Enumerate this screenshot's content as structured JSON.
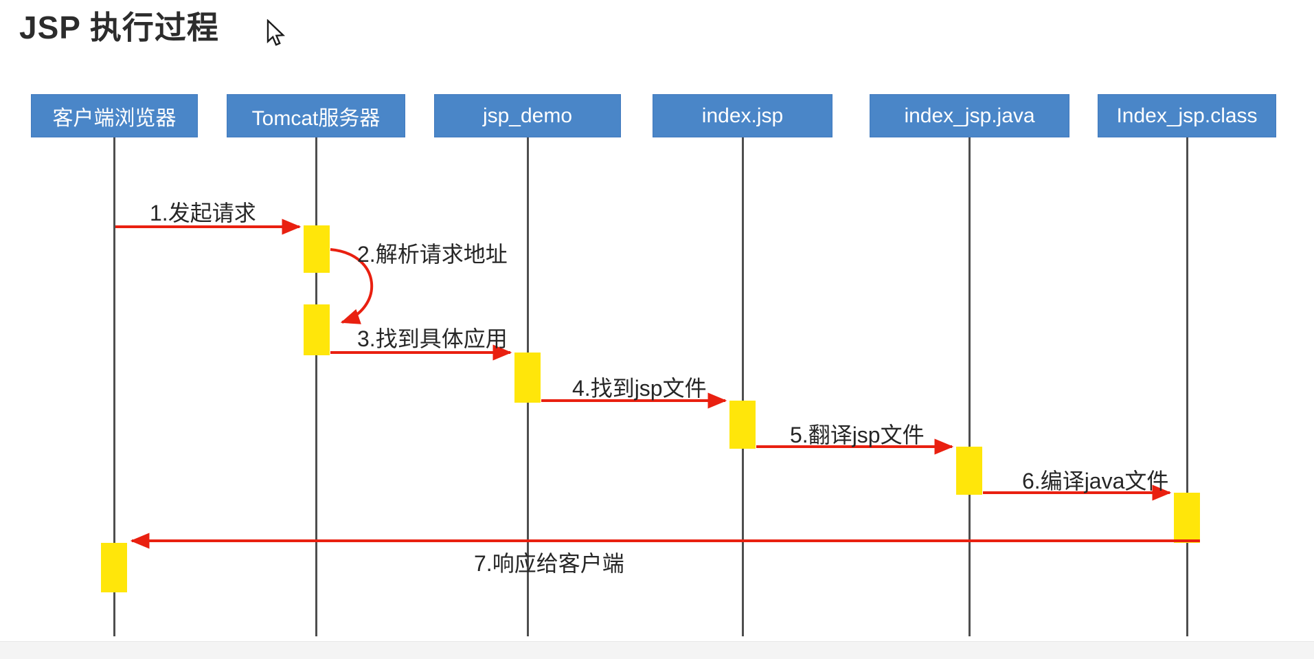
{
  "page": {
    "title": "JSP 执行过程"
  },
  "colors": {
    "actor_bg": "#4a86c8",
    "actor_text": "#ffffff",
    "activation_bar": "#ffe60a",
    "arrow": "#e92010",
    "lifeline": "#4e4e4e",
    "title_text": "#2c2c2c",
    "label_text": "#262626",
    "background": "#ffffff"
  },
  "actors": [
    {
      "label": "客户端浏览器"
    },
    {
      "label": "Tomcat服务器"
    },
    {
      "label": "jsp_demo"
    },
    {
      "label": "index.jsp"
    },
    {
      "label": "index_jsp.java"
    },
    {
      "label": "Index_jsp.class"
    }
  ],
  "messages": [
    {
      "label": "1.发起请求",
      "from": "客户端浏览器",
      "to": "Tomcat服务器"
    },
    {
      "label": "2.解析请求地址",
      "from": "Tomcat服务器",
      "to": "Tomcat服务器"
    },
    {
      "label": "3.找到具体应用",
      "from": "Tomcat服务器",
      "to": "jsp_demo"
    },
    {
      "label": "4.找到jsp文件",
      "from": "jsp_demo",
      "to": "index.jsp"
    },
    {
      "label": "5.翻译jsp文件",
      "from": "index.jsp",
      "to": "index_jsp.java"
    },
    {
      "label": "6.编译java文件",
      "from": "index_jsp.java",
      "to": "Index_jsp.class"
    },
    {
      "label": "7.响应给客户端",
      "from": "Index_jsp.class",
      "to": "客户端浏览器"
    }
  ]
}
